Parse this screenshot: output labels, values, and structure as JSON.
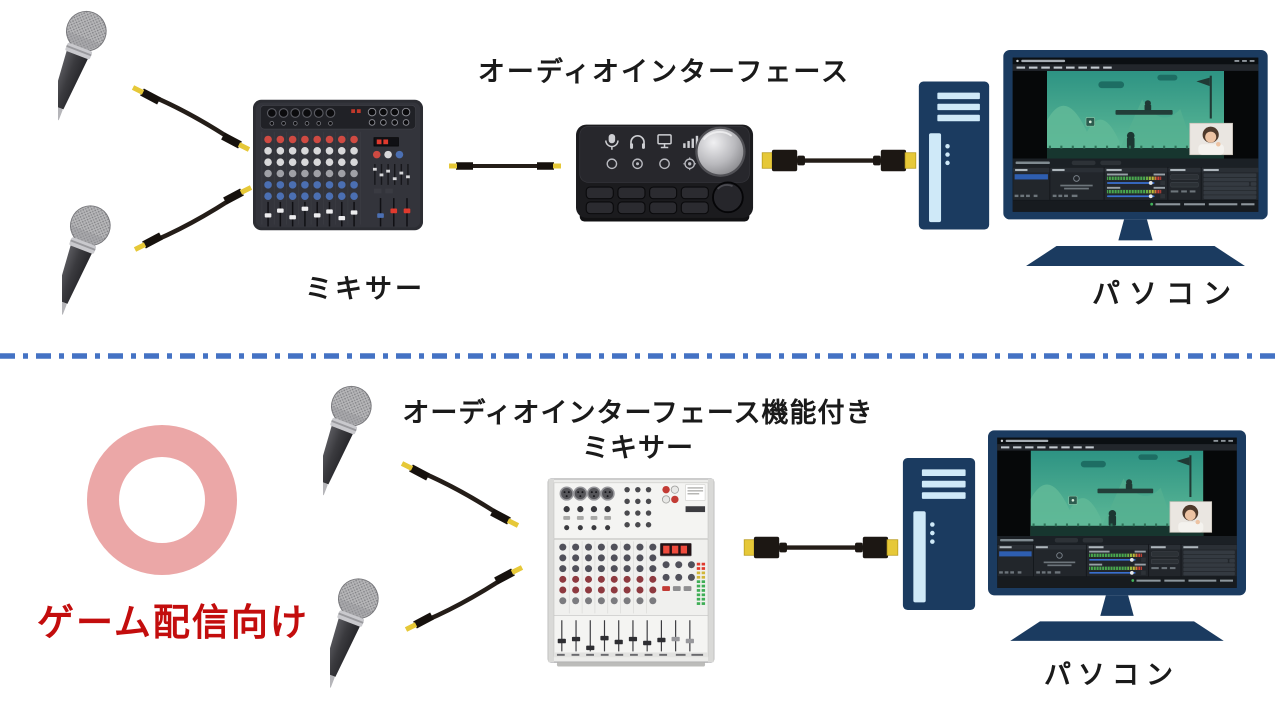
{
  "diagram": {
    "top_row": {
      "audio_interface_title": "オーディオインターフェース",
      "mixer_caption": "ミキサー",
      "pc_caption": "パソコン"
    },
    "bottom_row": {
      "mixer_title_line1": "オーディオインターフェース機能付き",
      "mixer_title_line2": "ミキサー",
      "pc_caption": "パソコン",
      "recommendation_caption": "ゲーム配信向け",
      "recommendation_mark": "ring-circle"
    },
    "icons": {
      "microphone": "dynamic-handheld-microphone",
      "xlr_cable": "black-cable-yellow-plugs",
      "usb_cable": "usb-cable-yellow-connectors",
      "mixer_dark": "analog-mixing-console-dark",
      "mixer_white": "analog-mixing-console-white-with-usb",
      "audio_interface": "desktop-audio-interface-with-knob-and-pads",
      "pc_tower": "desktop-tower-navy",
      "monitor": "monitor-showing-streaming-software-game-and-facecam"
    },
    "colors": {
      "label_text": "#1a1a1a",
      "recommend_red": "#c30d0d",
      "ring_pink": "#eba7a7",
      "divider_blue": "#4472c4",
      "pc_navy": "#1b3b60",
      "pc_light_blue": "#cfe9f8",
      "cable_yellow": "#e6c838",
      "game_scene_teal": "#3aa289"
    }
  }
}
